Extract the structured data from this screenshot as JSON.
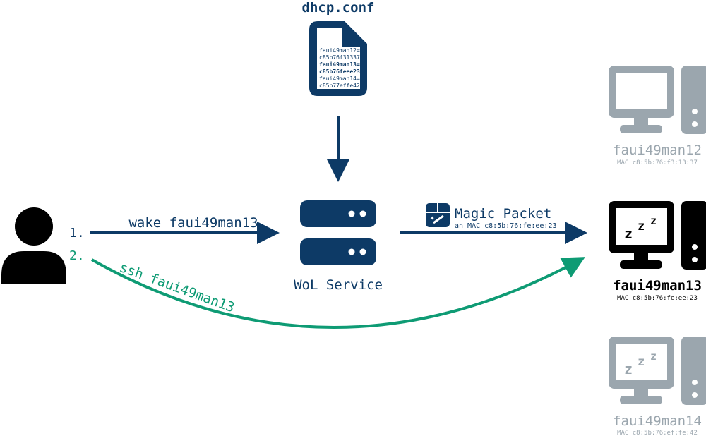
{
  "colors": {
    "navy": "#0d3a66",
    "green": "#0e9b74",
    "gray": "#9ba6ae",
    "black": "#000000"
  },
  "file": {
    "title": "dhcp.conf",
    "lines": [
      "faui49man12=",
      "c85b76f31337",
      "faui49man13=",
      "c85b76feee23",
      "faui49man14=",
      "c85b77effe42"
    ]
  },
  "service": {
    "label": "WoL Service"
  },
  "steps": {
    "step1_num": "1.",
    "step1_label": "wake faui49man13",
    "step2_num": "2.",
    "step2_label": "ssh faui49man13"
  },
  "packet": {
    "title": "Magic Packet",
    "subtitle": "an MAC c8:5b:76:fe:ee:23"
  },
  "hosts": [
    {
      "name": "faui49man12",
      "mac": "MAC c8:5b:76:f3:13:37",
      "state": "awake"
    },
    {
      "name": "faui49man13",
      "mac": "MAC c8:5b:76:fe:ee:23",
      "state": "asleep"
    },
    {
      "name": "faui49man14",
      "mac": "MAC c8:5b:76:ef:fe:42",
      "state": "asleep"
    }
  ],
  "sleep_glyph": "z"
}
